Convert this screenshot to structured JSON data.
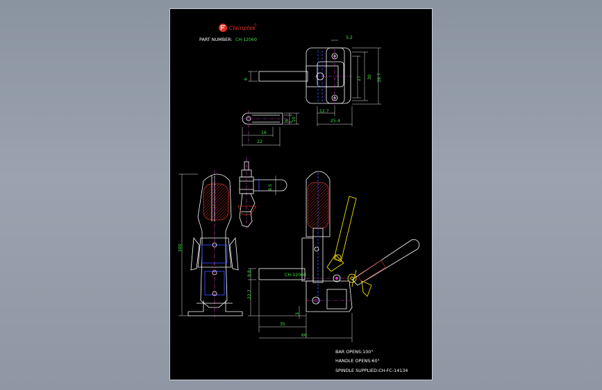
{
  "drawing": {
    "logo_text": "Clamptek",
    "logo_reg": "®",
    "part_number_label": "PART NUMBER:",
    "part_number_value": "CH-12060",
    "body_marking": "CH-12060"
  },
  "notes": [
    "BAR OPENS:100°",
    "HANDLE OPENS:60°",
    "SPINDLE SUPPLIED:CH-FC-14134"
  ],
  "dimensions": {
    "top_view": [
      "5.2",
      "6",
      "27",
      "30",
      "39.7",
      "12.7",
      "25.4"
    ],
    "arm_detail": [
      "6",
      "10",
      "16",
      "22"
    ],
    "spindle": [
      "9.5"
    ],
    "front_view": [
      "100"
    ],
    "side_view": [
      "9.8",
      "22.7",
      "3",
      "35",
      "66"
    ]
  },
  "colors": {
    "sheet_bg": "#000000",
    "line": "#ffffff",
    "dimension_text": "#3fe33f",
    "center_line": "#e23bd6",
    "hidden_line": "#3a4bff",
    "open_position": "#f4e000",
    "grip": "#d2372d",
    "logo": "#e23127"
  }
}
